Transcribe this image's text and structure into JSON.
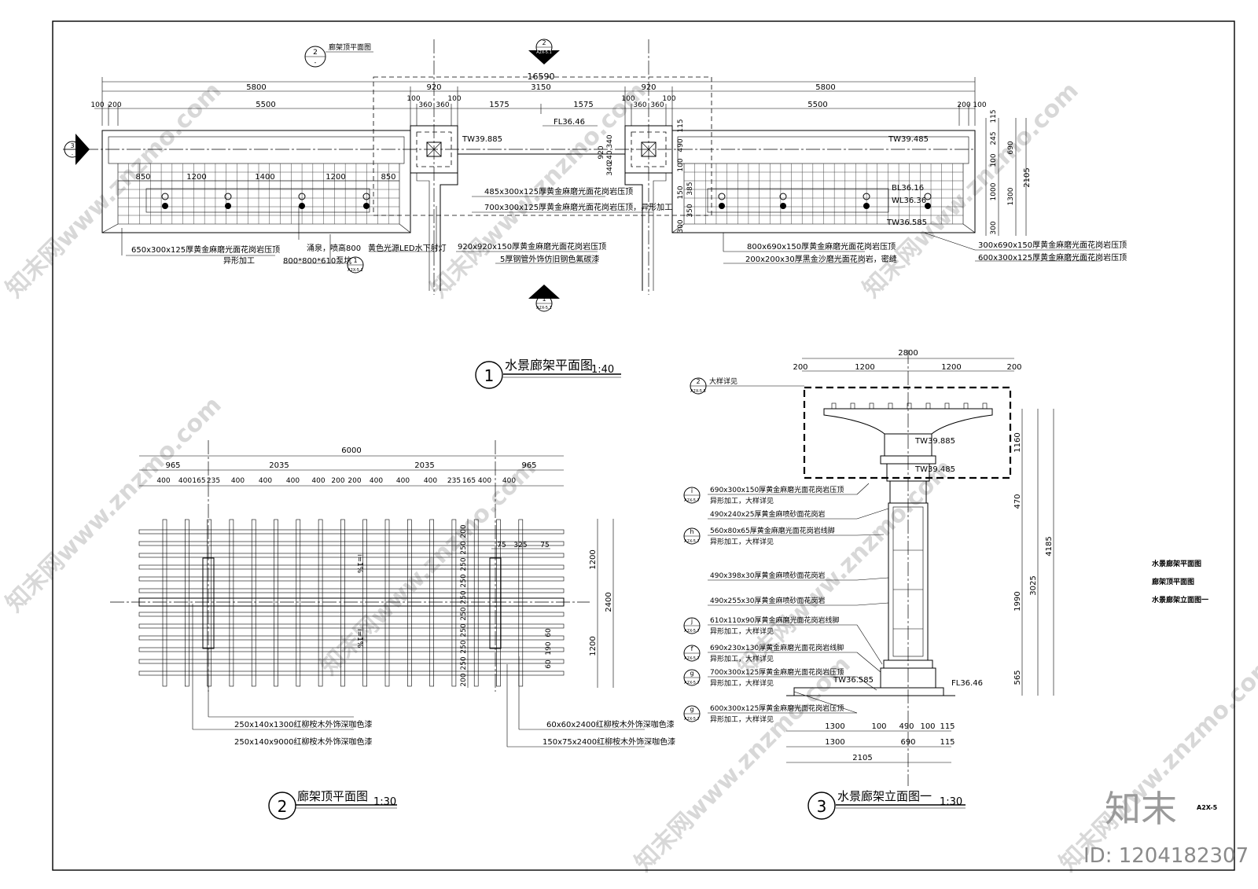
{
  "sheet": {
    "sheet_no": "A2X-5",
    "logo_text": "知末",
    "id_text": "ID: 1204182307",
    "watermark": "知末网www.znzmo.com"
  },
  "legend": [
    "水景廊架平面图",
    "廊架顶平面图",
    "水景廊架立面图一"
  ],
  "plan": {
    "title_no": "1",
    "title": "水景廊架平面图",
    "scale": "1:40",
    "ref_label": "廊架顶平面图",
    "ref_no": "2",
    "ref_sheet": "-",
    "sec_top_no": "2",
    "sec_top_sheet": "A2X-5.1",
    "sec_bottom_no": "1",
    "sec_bottom_sheet": "A2X-5.1",
    "sec_left_no": "3",
    "sec_left_sheet": "-",
    "dims_total": "16590",
    "dims_row1": [
      "5800",
      "920",
      "3150",
      "920",
      "5800"
    ],
    "dims_row2a": [
      "100",
      "200",
      "5500"
    ],
    "dims_row2b": [
      "100",
      "360",
      "360",
      "100",
      "1575",
      "1575",
      "100",
      "360",
      "360",
      "100"
    ],
    "dims_row2c": [
      "5500",
      "200",
      "100"
    ],
    "dims_inner": [
      "850",
      "1200",
      "1400",
      "1200",
      "850"
    ],
    "dims_right": [
      "115",
      "245",
      "690",
      "100",
      "2105",
      "1000",
      "1300",
      "300"
    ],
    "dims_mid": [
      "340",
      "240",
      "340",
      "920",
      "115",
      "490",
      "100",
      "150",
      "385",
      "300",
      "350"
    ],
    "elev_FL": "FL36.46",
    "elev_TW1": "TW39.885",
    "elev_TW2": "TW39.485",
    "elev_WL": "WL36.36",
    "elev_BL": "BL36.16",
    "elev_TW3": "TW36.585",
    "detail_no": "1",
    "detail_sheet": "A2X-5.2",
    "notes": {
      "n1": "485x300x125厚黄金麻磨光面花岗岩压顶",
      "n2": "700x300x125厚黄金麻磨光面花岗岩压顶，异形加工",
      "n3": "650x300x125厚黄金麻磨光面花岗岩压顶",
      "n3b": "异形加工",
      "n4": "涌泉，喷高800",
      "n5": "黄色光源LED水下射灯",
      "n6": "800*800*610泵坑",
      "n7": "920x920x150厚黄金麻磨光面花岗岩压顶",
      "n8": "5厚钢管外饰仿旧钢色氟碳漆",
      "n9": "800x690x150厚黄金麻磨光面花岗岩压顶",
      "n10": "200x200x30厚黑金沙磨光面花岗岩，密缝",
      "n11": "300x690x150厚黄金麻磨光面花岗岩压顶",
      "n12": "600x300x125厚黄金麻磨光面花岗岩压顶"
    }
  },
  "roof": {
    "title_no": "2",
    "title": "廊架顶平面图",
    "scale": "1:30",
    "dims_total": "6000",
    "dims_row1": [
      "965",
      "2035",
      "2035",
      "965"
    ],
    "dims_row2": [
      "400",
      "400",
      "165",
      "235",
      "400",
      "400",
      "400",
      "400",
      "200",
      "200",
      "400",
      "400",
      "400",
      "235",
      "165",
      "400",
      "400"
    ],
    "dims_right_a": [
      "200",
      "250",
      "250",
      "250",
      "250",
      "250",
      "250",
      "250",
      "250",
      "200"
    ],
    "dims_right_b": [
      "1200",
      "2400",
      "1200"
    ],
    "dims_small": [
      "75",
      "325",
      "75",
      "60",
      "190",
      "60"
    ],
    "slope1": "i=1%",
    "slope2": "i=1%",
    "notes": {
      "r1": "250x140x1300红柳桉木外饰深咖色漆",
      "r2": "250x140x9000红柳桉木外饰深咖色漆",
      "r3": "60x60x2400红柳桉木外饰深咖色漆",
      "r4": "150x75x2400红柳桉木外饰深咖色漆"
    }
  },
  "elev": {
    "title_no": "3",
    "title": "水景廊架立面图一",
    "scale": "1:30",
    "dims_top": "2800",
    "dims_top2": [
      "200",
      "1200",
      "1200",
      "200"
    ],
    "dims_right1": [
      "1160",
      "470",
      "1990",
      "565"
    ],
    "dims_right2": [
      "3025"
    ],
    "dims_right3": [
      "4185"
    ],
    "dims_bottom1": [
      "1300",
      "100",
      "490",
      "100",
      "115"
    ],
    "dims_bottom2": [
      "1300",
      "690",
      "115"
    ],
    "dims_bottom3": "2105",
    "elev_TW1": "TW39.885",
    "elev_TW2": "TW39.485",
    "elev_TW3": "TW36.585",
    "elev_FL": "FL36.46",
    "detail_ref_no": "2",
    "detail_ref_sheet": "A2X-5.5",
    "detail_ref_label": "大样详见",
    "notes": [
      {
        "tag": "i",
        "sheet": "A2X-5.7",
        "t1": "690x300x150厚黄金麻磨光面花岗岩压顶",
        "t2": "异形加工，大样详见"
      },
      {
        "tag": "",
        "sheet": "",
        "t1": "490x240x25厚黄金麻喷砂面花岗岩",
        "t2": ""
      },
      {
        "tag": "h",
        "sheet": "A2X-5.7",
        "t1": "560x80x65厚黄金麻磨光面花岗岩线脚",
        "t2": "异形加工，大样详见"
      },
      {
        "tag": "",
        "sheet": "",
        "t1": "490x398x30厚黄金麻喷砂面花岗岩",
        "t2": ""
      },
      {
        "tag": "",
        "sheet": "",
        "t1": "490x255x30厚黄金麻喷砂面花岗岩",
        "t2": ""
      },
      {
        "tag": "j",
        "sheet": "A2X-5.7",
        "t1": "610x110x90厚黄金麻磨光面花岗岩线脚",
        "t2": "异形加工，大样详见"
      },
      {
        "tag": "f",
        "sheet": "A2X-5.7",
        "t1": "690x230x130厚黄金麻磨光面花岗岩线脚",
        "t2": "异形加工，大样详见"
      },
      {
        "tag": "g",
        "sheet": "A2X-5.7",
        "t1": "700x300x125厚黄金麻磨光面花岗岩压顶",
        "t2": "异形加工，大样详见"
      },
      {
        "tag": "g",
        "sheet": "A2X-5.7",
        "t1": "600x300x125厚黄金麻磨光面花岗岩压顶",
        "t2": "异形加工，大样详见"
      }
    ]
  }
}
